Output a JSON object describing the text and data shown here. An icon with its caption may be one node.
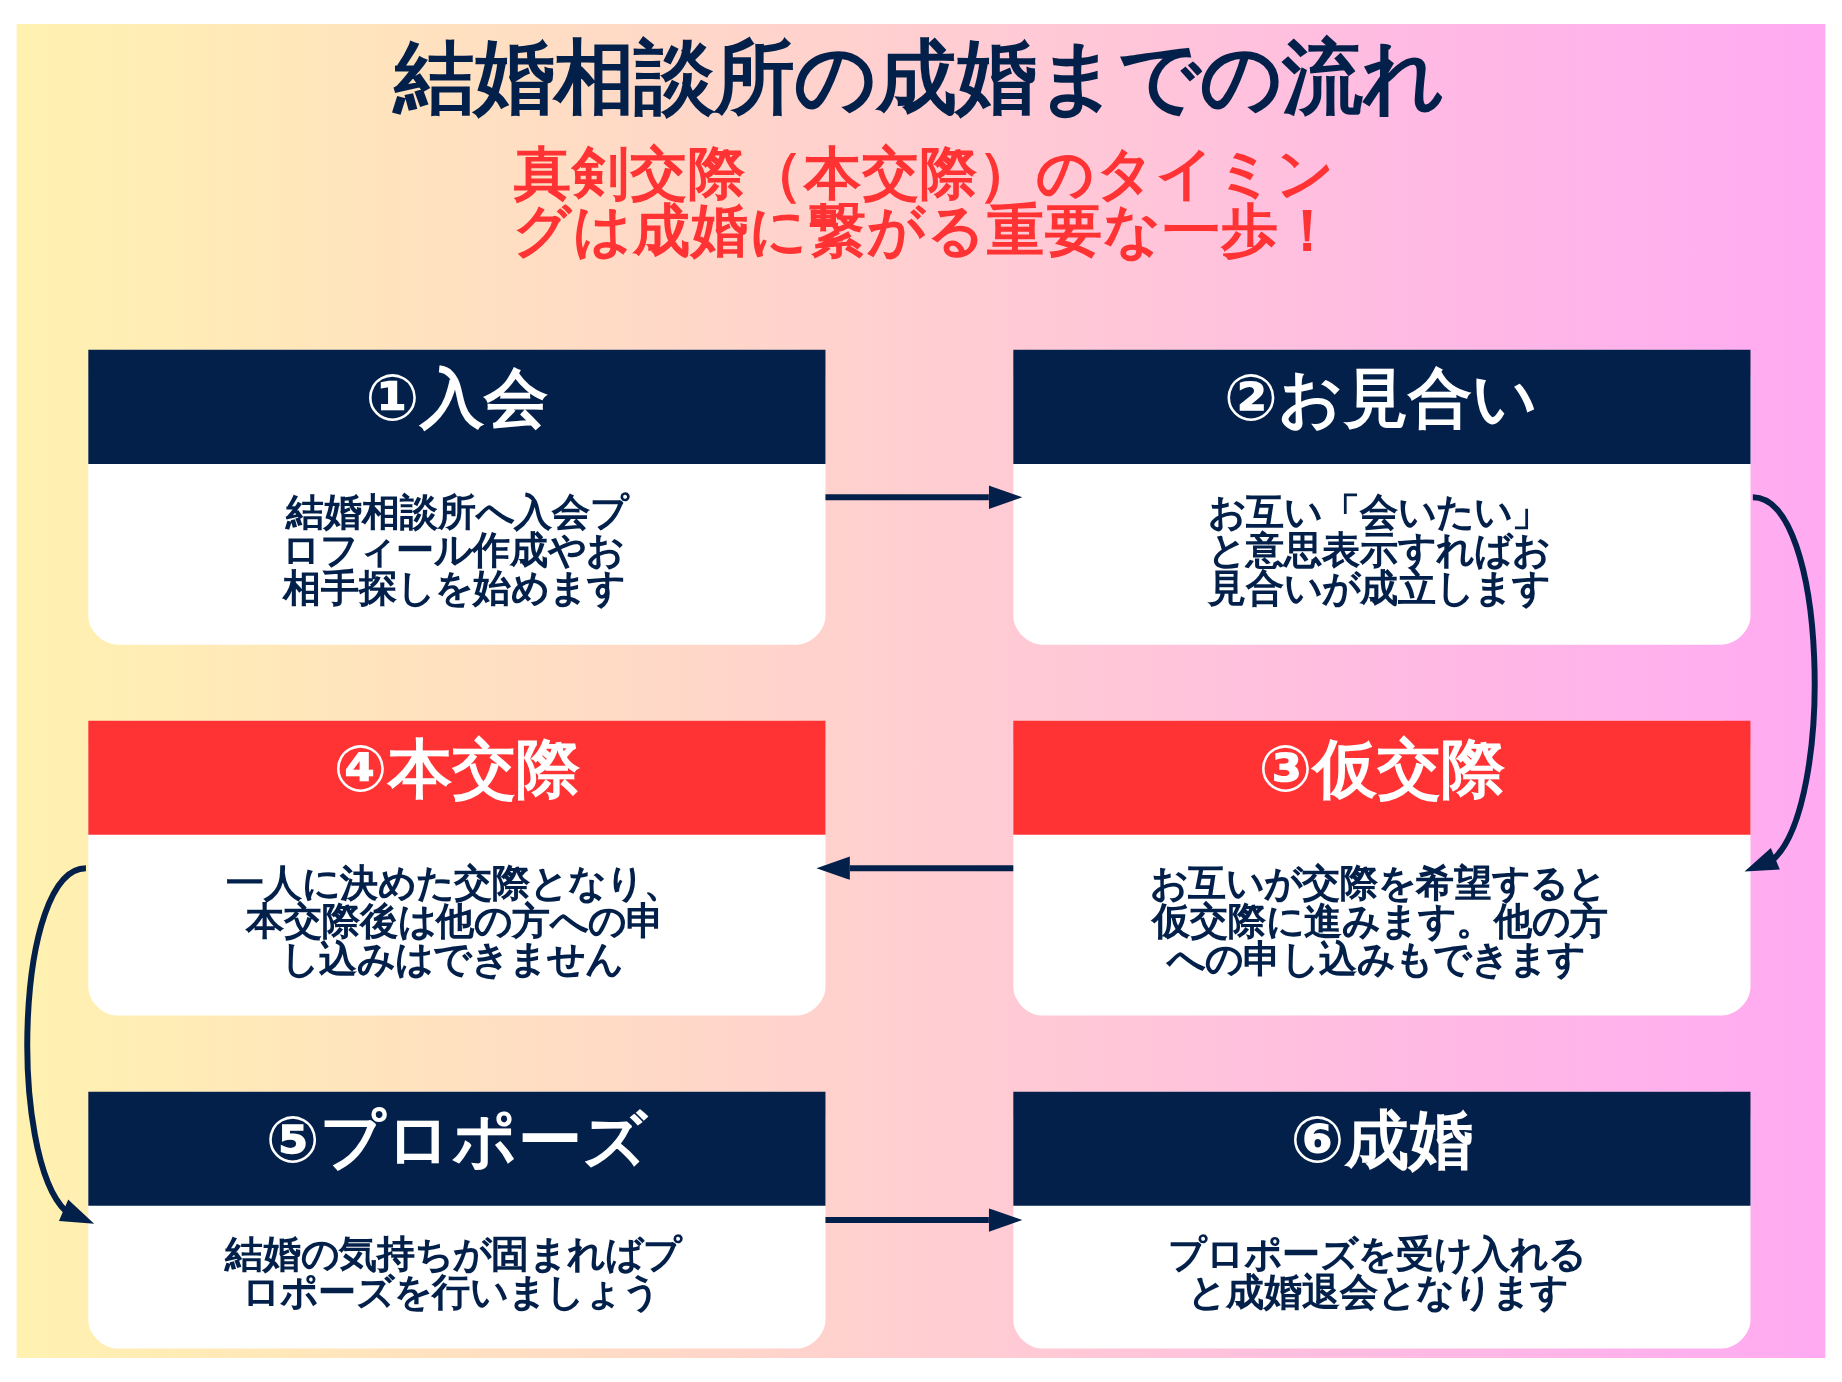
{
  "diagram": {
    "title": "結婚相談所の成婚までの流れ",
    "nodes": [
      {
        "text": [
          "①入会",
          "結婚相談所へ入会プロフィール作成やお相手探しを始めます"
        ]
      },
      {
        "text": [
          "②お見合い",
          "お互い「会いたい」と意思表示すればお見合いが成立します"
        ]
      },
      {
        "text": [
          "③仮交際",
          "お互いが交際を希望すると仮交際に進みます。他の方への申し込みもできます"
        ]
      },
      {
        "text": [
          "④本交際",
          "一人に決めた交際となり、本交際後は他の方への申し込みはできません"
        ]
      },
      {
        "text": [
          "⑤プロポーズ",
          "結婚の気持ちが固まればプロポーズを行いましょう"
        ]
      },
      {
        "text": [
          "⑥成婚",
          "プロポーズを受け入れると成婚退会となります"
        ]
      }
    ],
    "edges": [
      {
        "from": 0,
        "to": 1,
        "arrow": "to"
      },
      {
        "from": 1,
        "to": 2,
        "arrow": "to"
      },
      {
        "from": 2,
        "to": 3,
        "arrow": "to"
      },
      {
        "from": 3,
        "to": 4,
        "arrow": "to"
      },
      {
        "from": 4,
        "to": 5,
        "arrow": "to"
      }
    ],
    "labels": [
      "真剣交際（本交際）のタイミングは成婚に繋がる重要な一歩！"
    ]
  }
}
